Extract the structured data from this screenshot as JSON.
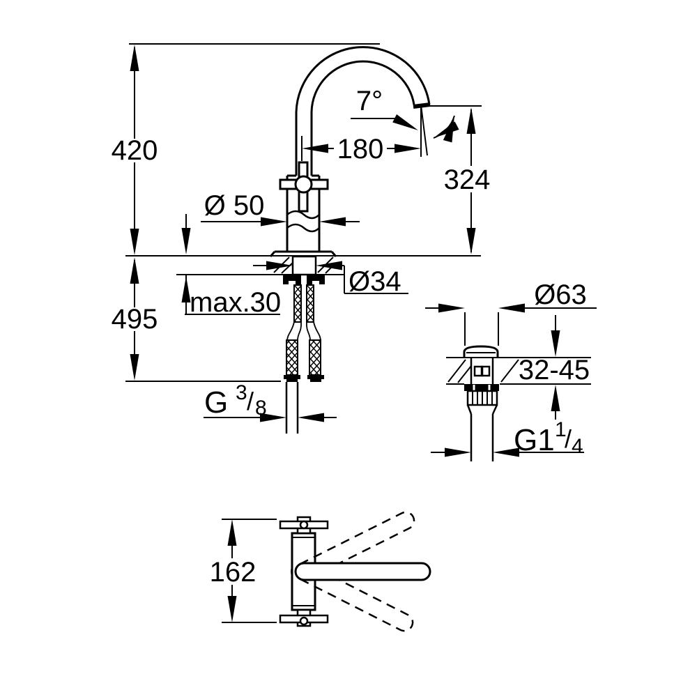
{
  "colors": {
    "ink": "#000000",
    "background": "#ffffff"
  },
  "front_view": {
    "height_above_deck": "420",
    "spout_angle": "7°",
    "spout_projection": "180",
    "outlet_height": "324",
    "body_diameter": "Ø 50",
    "mounting_hole_diameter": "Ø34",
    "max_deck_thickness": "max.30",
    "total_height": "495",
    "supply_thread": {
      "prefix": "G",
      "numerator": "3",
      "slash": "/",
      "denominator": "8"
    }
  },
  "drain_view": {
    "flange_diameter": "Ø63",
    "deck_thickness_range": "32-45",
    "drain_thread": {
      "prefix": "G1",
      "numerator": "1",
      "slash": "/",
      "denominator": "4"
    }
  },
  "top_view": {
    "swivel_handle_width": "162"
  }
}
